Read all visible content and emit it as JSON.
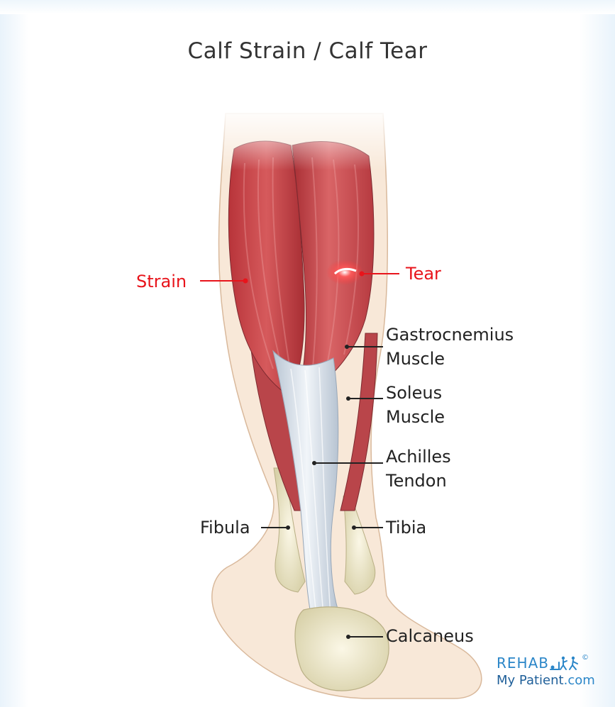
{
  "title": "Calf Strain / Calf Tear",
  "labels": {
    "strain": "Strain",
    "tear": "Tear",
    "gastrocnemius": [
      "Gastrocnemius",
      "Muscle"
    ],
    "soleus": [
      "Soleus",
      "Muscle"
    ],
    "achilles": [
      "Achilles",
      "Tendon"
    ],
    "fibula": "Fibula",
    "tibia": "Tibia",
    "calcaneus": "Calcaneus"
  },
  "logo": {
    "brand": "REHAB",
    "line2_main": "My Patient",
    "line2_domain": ".com",
    "copyright": "©"
  },
  "colors": {
    "injury_label": "#e8141b",
    "anatomy_label": "#222222",
    "muscle": "#c7474a",
    "tendon": "#dfe6ee",
    "bone": "#ece6c9",
    "skin": "#f6e6d6",
    "brand": "#2b86c8"
  }
}
